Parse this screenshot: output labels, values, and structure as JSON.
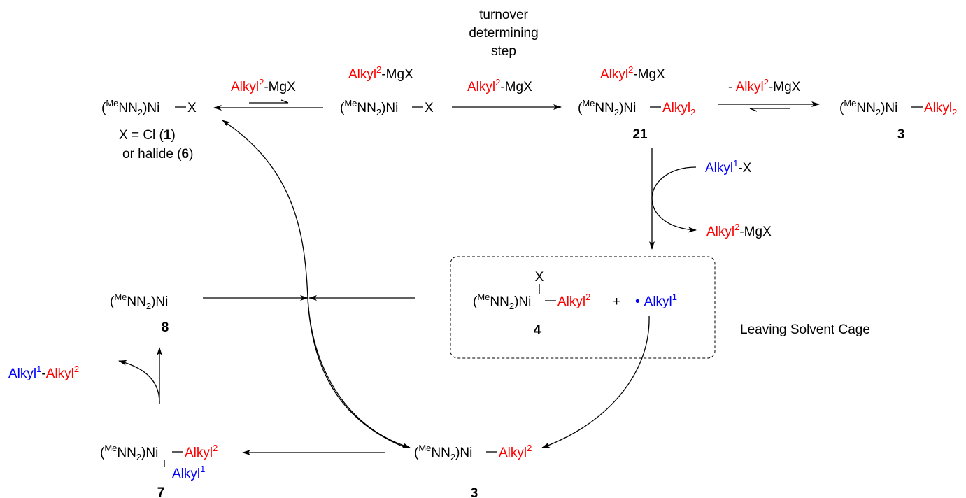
{
  "labels": {
    "turnover": [
      "turnover",
      "determining",
      "step"
    ],
    "leaving_cage": "Leaving Solvent Cage",
    "x_eq_cl": "X = Cl (",
    "x_eq_cl_num": "1",
    "or_halide": "or halide (",
    "or_halide_num": "6",
    "close_paren": ")"
  },
  "fragments": {
    "ligand_open": "(",
    "ligand_me": "Me",
    "ligand_nn": "NN",
    "ligand_sub2": "2",
    "ligand_close_ni": ")Ni",
    "x": "X",
    "alkyl": "Alkyl",
    "sup1": "1",
    "sup2": "2",
    "sub2": "2",
    "dash_mgx": "-MgX",
    "dash_x": "-X",
    "dash": "-",
    "minus_sign": "- ",
    "plus": "+",
    "bullet": "•"
  },
  "compound_numbers": {
    "c21": "21",
    "c3_top": "3",
    "c4": "4",
    "c8": "8",
    "c7": "7",
    "c3_bottom": "3"
  },
  "colors": {
    "red": "#ff0000",
    "blue": "#0000ff",
    "black": "#000000"
  }
}
